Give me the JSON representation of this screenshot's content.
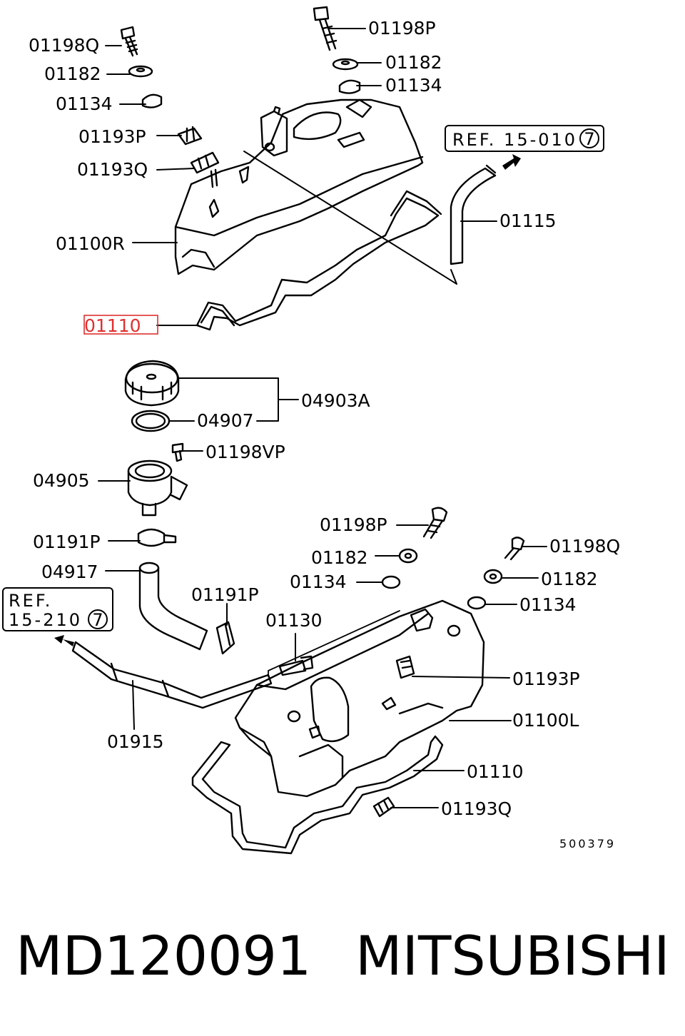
{
  "highlight_color": "#e03030",
  "labels": {
    "top_bolt_left": "01198Q",
    "top_washer_left": "01182",
    "top_grommet_left": "01134",
    "top_bolt_right": "01198P",
    "top_washer_right": "01182",
    "top_grommet_right": "01134",
    "top_clip_p": "01193P",
    "top_clip_q": "01193Q",
    "top_cover_r": "01100R",
    "top_gasket_highlighted": "01110",
    "top_hose": "01115",
    "cap_assembly": "04903A",
    "cap_gasket": "04907",
    "filler_screw": "01198VP",
    "filler_neck": "04905",
    "hose_clamp_1": "01191P",
    "hose_04917": "04917",
    "hose_clamp_2": "01191P",
    "breather_hose": "01915",
    "pcv_valve": "01130",
    "bottom_bolt_p": "01198P",
    "bottom_washer_left": "01182",
    "bottom_grommet_left": "01134",
    "bottom_bolt_q": "01198Q",
    "bottom_washer_right": "01182",
    "bottom_grommet_right": "01134",
    "bottom_clip_p": "01193P",
    "bottom_cover_l": "01100L",
    "bottom_gasket": "01110",
    "bottom_clip_q": "01193Q",
    "figure_number": "500379"
  },
  "ref_top": {
    "text": "REF. 15-010",
    "circled": "7"
  },
  "ref_left": {
    "line1": "REF.",
    "line2": "15-210",
    "circled": "7"
  },
  "footer": {
    "part_number": "MD120091",
    "brand": "MITSUBISHI"
  }
}
